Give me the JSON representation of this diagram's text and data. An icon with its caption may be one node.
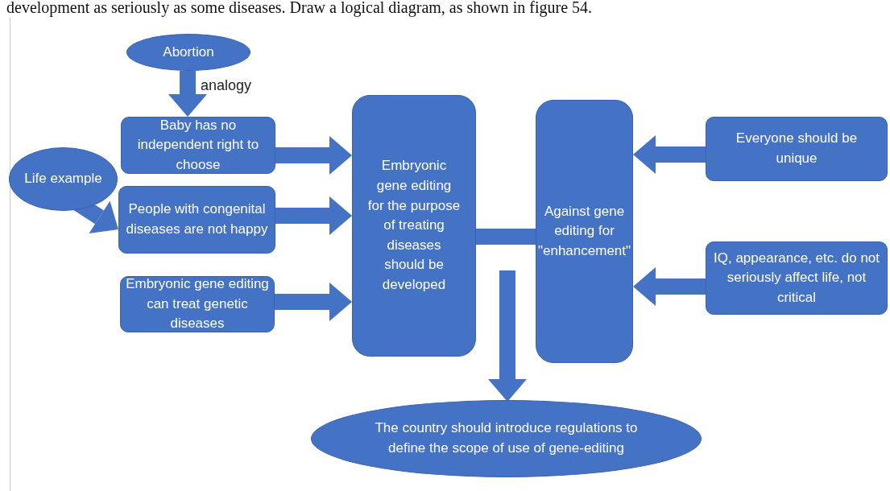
{
  "diagram": {
    "nodes": [
      {
        "text": [
          "Abortion"
        ]
      },
      {
        "text": [
          "Life example"
        ]
      },
      {
        "text": [
          "Baby has no independent right to choose"
        ]
      },
      {
        "text": [
          "People with congenital diseases are not happy"
        ]
      },
      {
        "text": [
          "Embryonic gene editing can treat genetic diseases"
        ]
      },
      {
        "text": [
          "Embryonic gene editing for the purpose of treating diseases should be developed"
        ]
      },
      {
        "text": [
          "Against gene editing for \"enhancement\""
        ]
      },
      {
        "text": [
          "Everyone should be unique"
        ]
      },
      {
        "text": [
          "IQ, appearance, etc. do not seriously affect life, not critical"
        ]
      },
      {
        "text": [
          "The country should introduce regulations to define the scope of use of gene-editing"
        ]
      }
    ],
    "edges": [
      {
        "from": 0,
        "to": 2,
        "arrow": "to",
        "label": "analogy"
      },
      {
        "from": 1,
        "to": 3,
        "arrow": "to"
      },
      {
        "from": 2,
        "to": 5,
        "arrow": "to"
      },
      {
        "from": 3,
        "to": 5,
        "arrow": "to"
      },
      {
        "from": 4,
        "to": 5,
        "arrow": "to"
      },
      {
        "from": 7,
        "to": 6,
        "arrow": "to"
      },
      {
        "from": 8,
        "to": 6,
        "arrow": "to"
      },
      {
        "from": 5,
        "to": 6,
        "arrow": "none"
      },
      {
        "from": null,
        "to": 9,
        "arrow": "to"
      }
    ],
    "labels": [
      "development as seriously as some diseases. Draw a logical diagram, as shown in figure 54."
    ]
  }
}
